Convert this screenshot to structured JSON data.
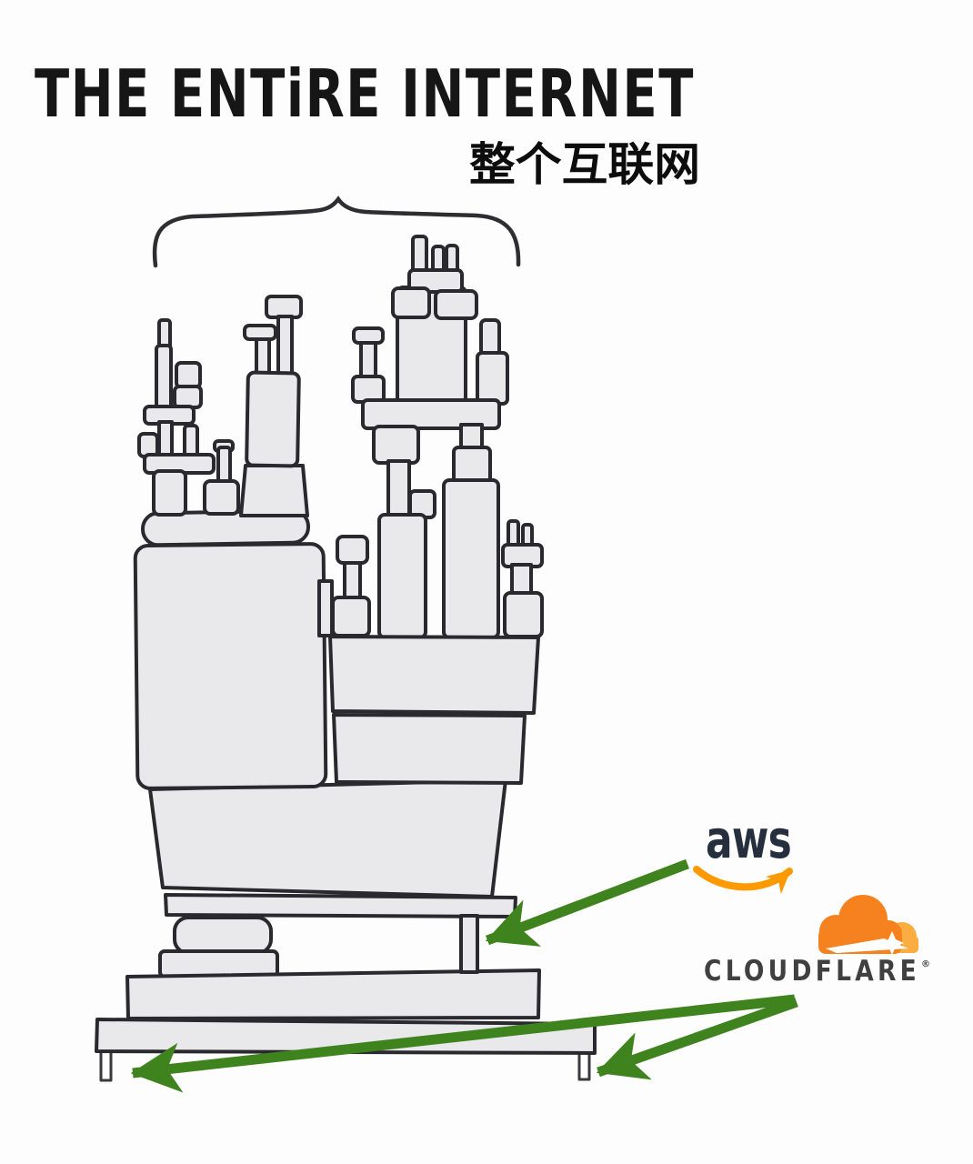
{
  "header": {
    "title": "THE ENTiRE INTERNET",
    "subtitle_zh": "整个互联网"
  },
  "labels": {
    "aws": {
      "text": "aws"
    },
    "cloudflare": {
      "text": "CLOUDFLARE",
      "registered_mark": "®"
    }
  },
  "colors": {
    "arrow_green": "#3e831e",
    "aws_navy": "#252f3e",
    "aws_orange": "#ff9900",
    "cloudflare_orange": "#f6821f",
    "cloudflare_orange_light": "#fbad41",
    "cloudflare_gray": "#404041"
  },
  "icons": {
    "curly-brace-icon": "hand-drawn curly brace spanning the tower",
    "cloudflare-cloud-icon": "orange cloud with white flare",
    "aws-smile-icon": "orange smile arrow under aws wordmark",
    "green-arrow": "thick green pointer arrow"
  }
}
